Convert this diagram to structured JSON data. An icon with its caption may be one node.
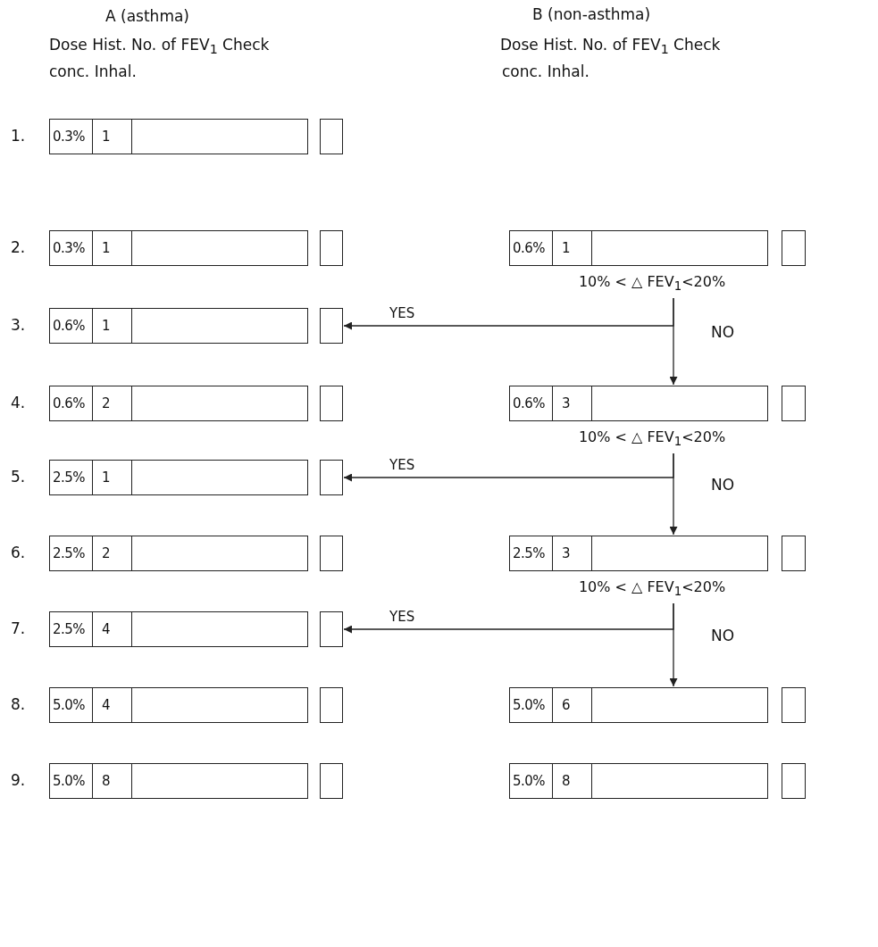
{
  "diagram": {
    "nodes": [
      {
        "text": [
          "0.3%",
          "1"
        ]
      },
      {
        "text": [],
        "shape": "box"
      },
      {
        "text": [
          "0.3%",
          "1"
        ]
      },
      {
        "text": [],
        "shape": "box"
      },
      {
        "text": [
          "0.6%",
          "1"
        ]
      },
      {
        "text": [],
        "shape": "box"
      },
      {
        "text": [
          "10% < △ FEV$_{1}$<20%"
        ]
      },
      {
        "text": [
          "0.6%",
          "1"
        ]
      },
      {
        "text": [],
        "shape": "box"
      },
      {
        "text": [
          "0.6%",
          "2"
        ]
      },
      {
        "text": [],
        "shape": "box"
      },
      {
        "text": [
          "0.6%",
          "3"
        ]
      },
      {
        "text": [],
        "shape": "box"
      },
      {
        "text": [
          "10% < △ FEV$_{1}$<20%"
        ]
      },
      {
        "text": [
          "2.5%",
          "1"
        ]
      },
      {
        "text": [],
        "shape": "box"
      },
      {
        "text": [
          "2.5%",
          "2"
        ]
      },
      {
        "text": [],
        "shape": "box"
      },
      {
        "text": [
          "2.5%",
          "3"
        ]
      },
      {
        "text": [],
        "shape": "box"
      },
      {
        "text": [
          "10% < △ FEV$_{1}$<20%"
        ]
      },
      {
        "text": [
          "2.5%",
          "4"
        ]
      },
      {
        "text": [],
        "shape": "box"
      },
      {
        "text": [
          "5.0%",
          "4"
        ]
      },
      {
        "text": [],
        "shape": "box"
      },
      {
        "text": [
          "5.0%",
          "6"
        ]
      },
      {
        "text": [],
        "shape": "box"
      },
      {
        "text": [
          "5.0%",
          "8"
        ]
      },
      {
        "text": [],
        "shape": "box"
      },
      {
        "text": [
          "5.0%",
          "8"
        ]
      },
      {
        "text": [],
        "shape": "box"
      }
    ],
    "edges": [
      {
        "from": 6,
        "to": 8,
        "arrow": "to",
        "label": "YES"
      },
      {
        "from": 6,
        "to": 11,
        "arrow": "to",
        "label": "NO"
      },
      {
        "from": 13,
        "to": 15,
        "arrow": "to",
        "label": "YES"
      },
      {
        "from": 13,
        "to": 18,
        "arrow": "to",
        "label": "NO"
      },
      {
        "from": 20,
        "to": 22,
        "arrow": "to",
        "label": "YES"
      },
      {
        "from": 20,
        "to": 25,
        "arrow": "to",
        "label": "NO"
      }
    ],
    "labels": [
      "A (asthma)",
      "B (non-asthma)",
      "Dose Hist. No. of FEV$_{1}$ Check",
      "Dose Hist. No. of FEV$_{1}$ Check",
      "conc. Inhal.",
      "conc. Inhal.",
      "1.",
      "2.",
      "3.",
      "4.",
      "5.",
      "6.",
      "7.",
      "8.",
      "9."
    ]
  }
}
